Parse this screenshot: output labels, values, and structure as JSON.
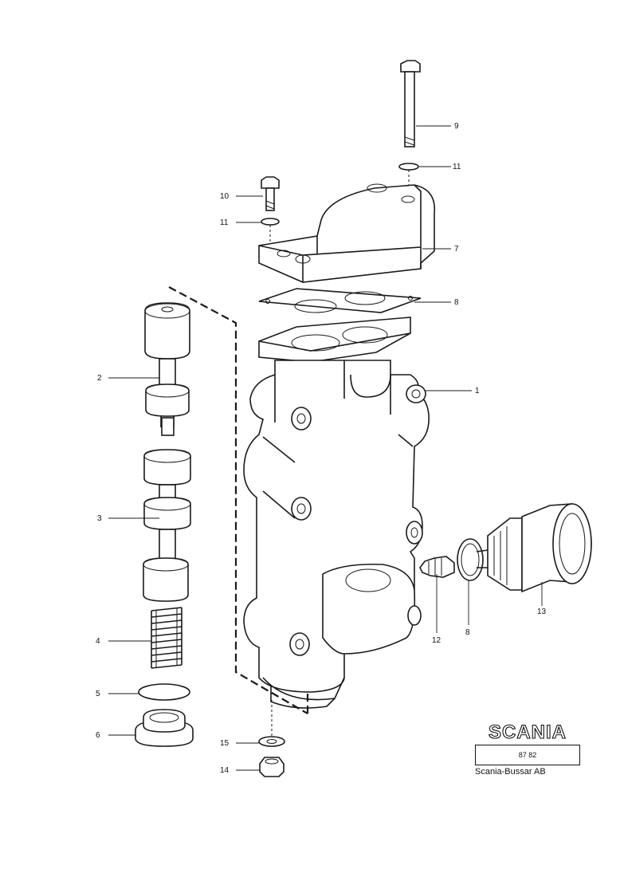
{
  "callouts": [
    {
      "id": "c1",
      "text": "1"
    },
    {
      "id": "c2",
      "text": "2"
    },
    {
      "id": "c3",
      "text": "3"
    },
    {
      "id": "c4",
      "text": "4"
    },
    {
      "id": "c5",
      "text": "5"
    },
    {
      "id": "c6",
      "text": "6"
    },
    {
      "id": "c7",
      "text": "7"
    },
    {
      "id": "c8a",
      "text": "8"
    },
    {
      "id": "c8b",
      "text": "8"
    },
    {
      "id": "c9",
      "text": "9"
    },
    {
      "id": "c10",
      "text": "10"
    },
    {
      "id": "c11a",
      "text": "11"
    },
    {
      "id": "c11b",
      "text": "11"
    },
    {
      "id": "c12",
      "text": "12"
    },
    {
      "id": "c13",
      "text": "13"
    },
    {
      "id": "c14",
      "text": "14"
    },
    {
      "id": "c15",
      "text": "15"
    }
  ],
  "brand": {
    "logo_text": "SCANIA",
    "drawing_code": "87 82",
    "company": "Scania-Bussar AB"
  }
}
